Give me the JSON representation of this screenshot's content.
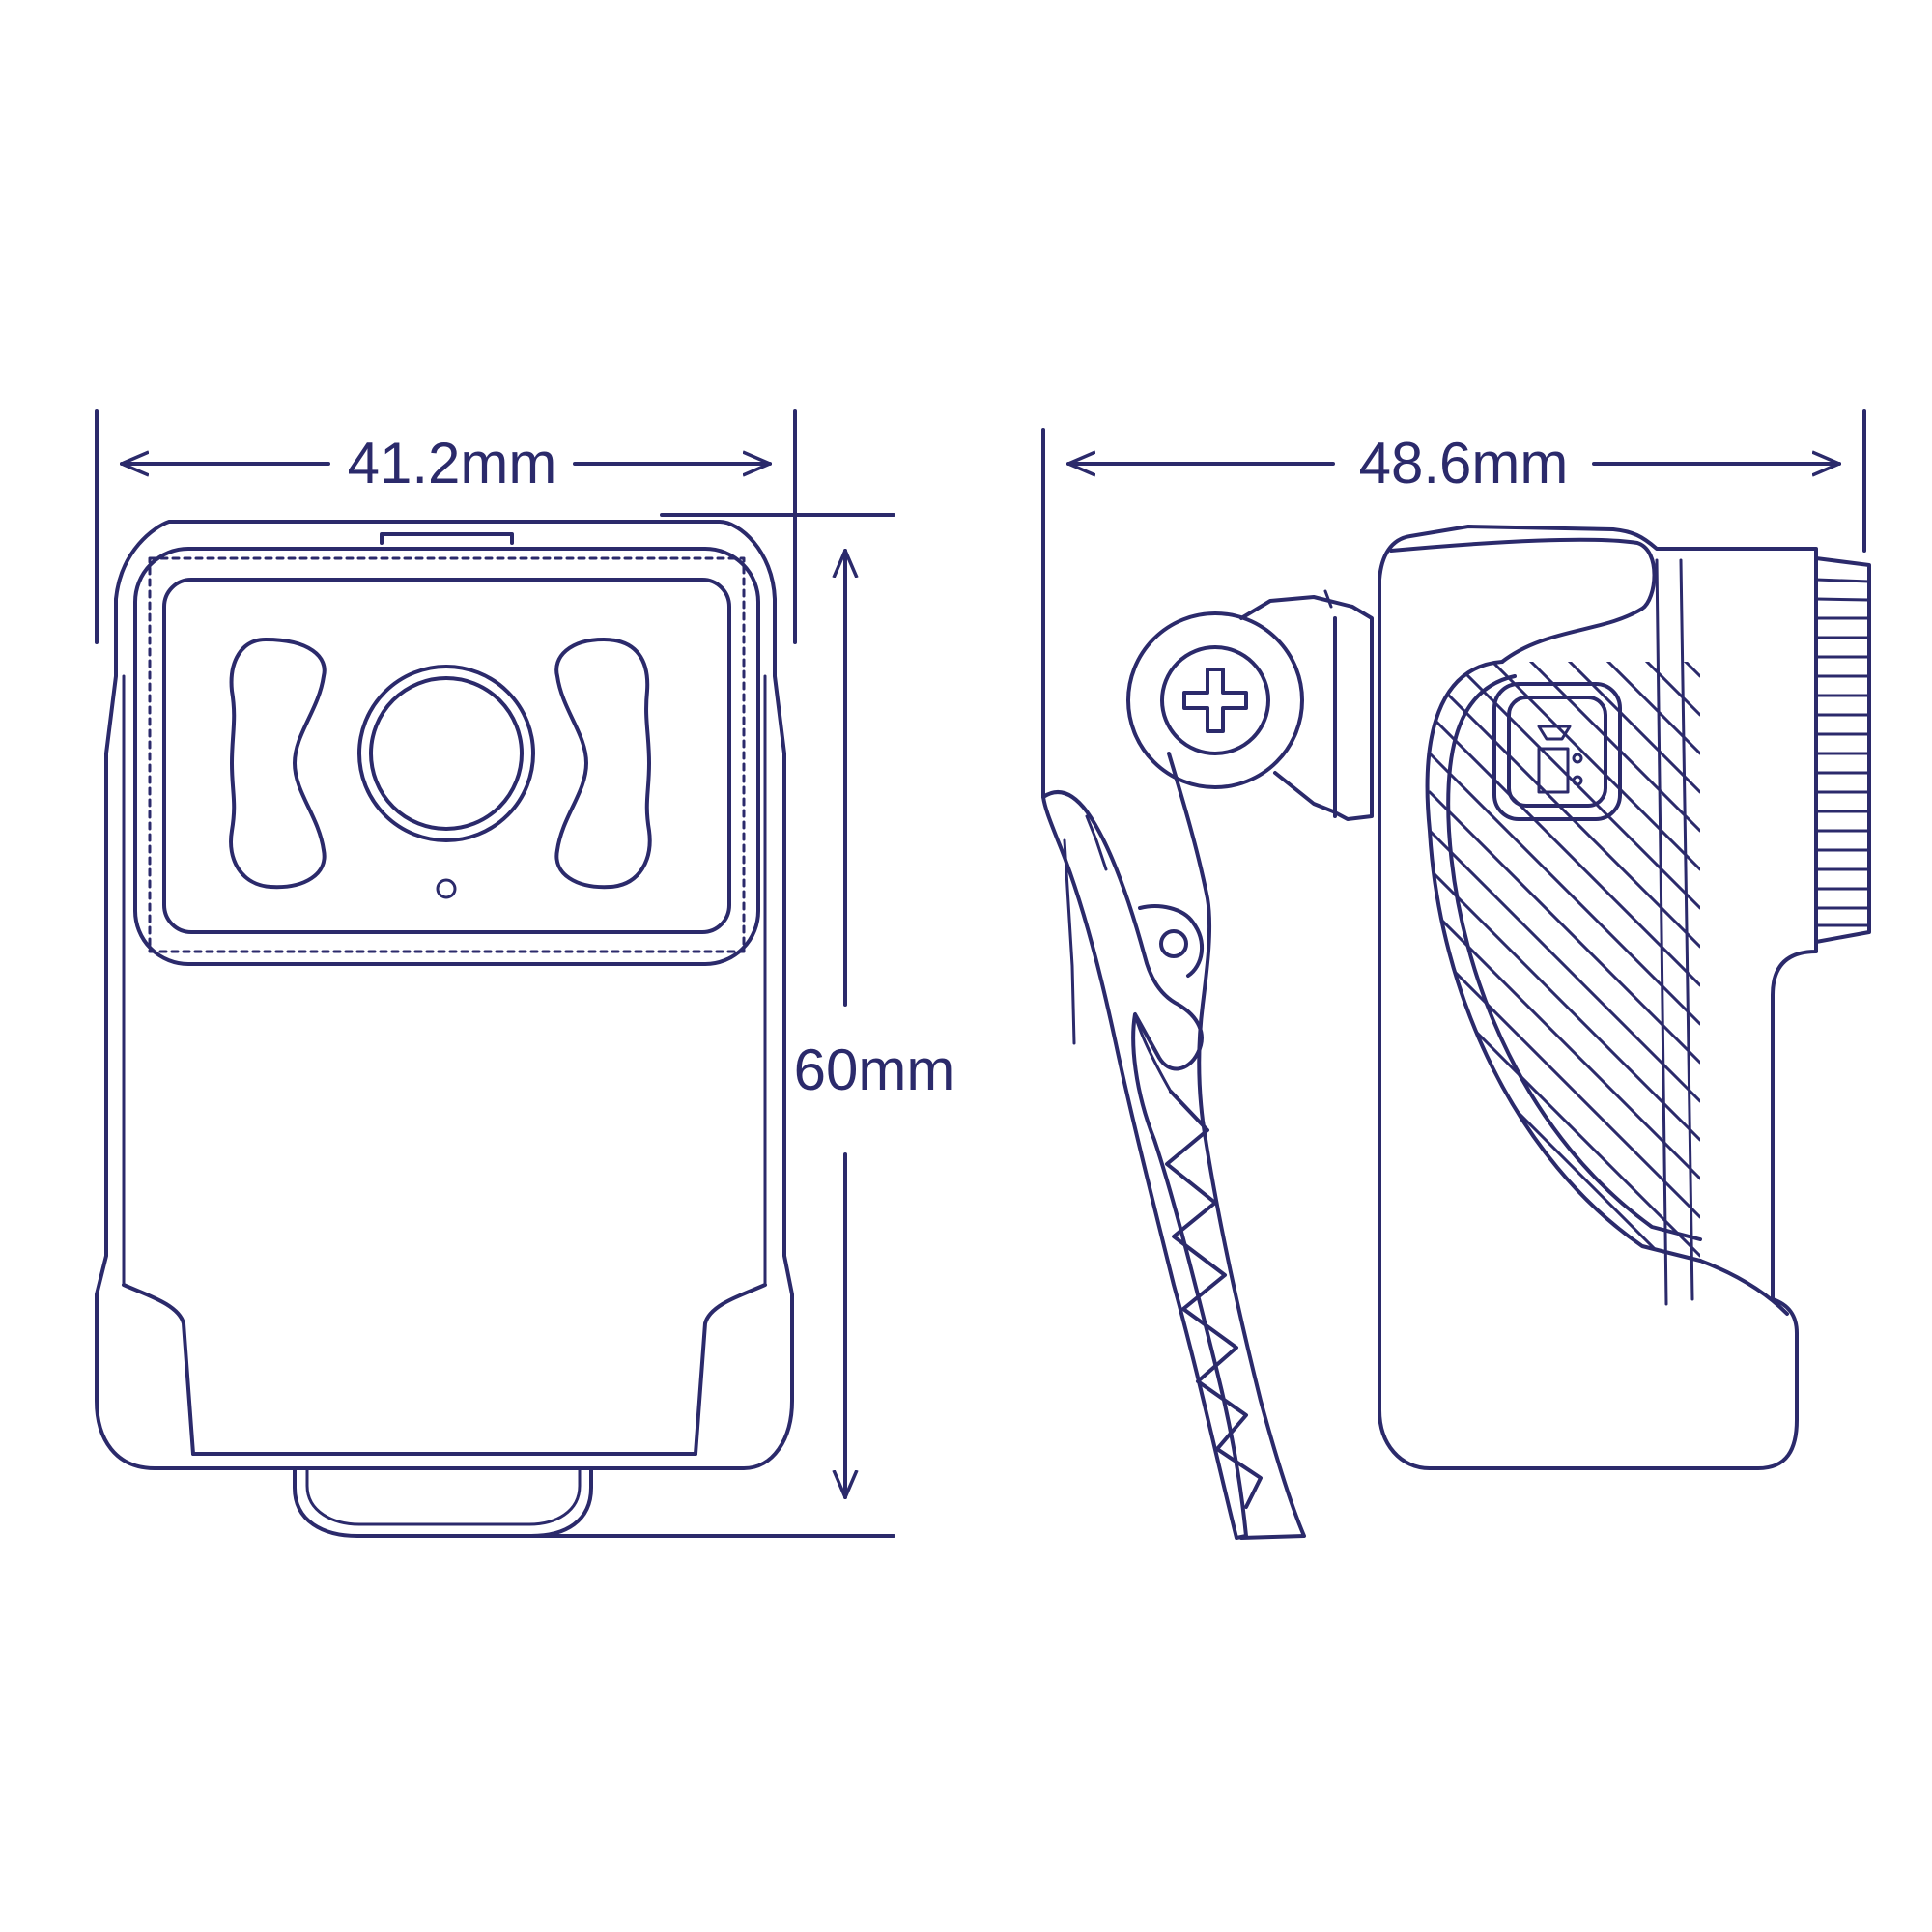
{
  "dimensions": {
    "front_width": "41.2mm",
    "side_width": "48.6mm",
    "height": "60mm"
  },
  "colors": {
    "line": "#2b2a6b",
    "background": "#ffffff"
  }
}
